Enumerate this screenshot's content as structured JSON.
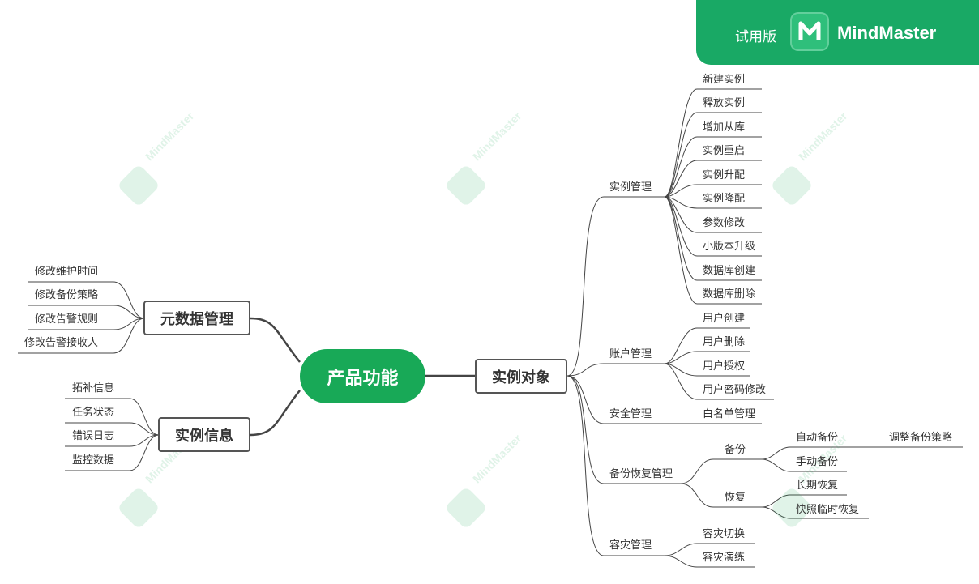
{
  "brand": {
    "trial_label": "试用版",
    "app_name": "MindMaster",
    "accent": "#19a965",
    "logo_icon": "mindmaster-logo-icon"
  },
  "watermark": {
    "text": "MindMaster"
  },
  "mindmap": {
    "root": "产品功能",
    "left": [
      {
        "label": "元数据管理",
        "children": [
          "修改维护时间",
          "修改备份策略",
          "修改告警规则",
          "修改告警接收人"
        ]
      },
      {
        "label": "实例信息",
        "children": [
          "拓补信息",
          "任务状态",
          "错误日志",
          "监控数据"
        ]
      }
    ],
    "right": {
      "label": "实例对象",
      "children": [
        {
          "label": "实例管理",
          "children": [
            "新建实例",
            "释放实例",
            "增加从库",
            "实例重启",
            "实例升配",
            "实例降配",
            "参数修改",
            "小版本升级",
            "数据库创建",
            "数据库删除"
          ]
        },
        {
          "label": "账户管理",
          "children": [
            "用户创建",
            "用户删除",
            "用户授权",
            "用户密码修改"
          ]
        },
        {
          "label": "安全管理",
          "children": [
            "白名单管理"
          ]
        },
        {
          "label": "备份恢复管理",
          "children": [
            {
              "label": "备份",
              "children": [
                {
                  "label": "自动备份",
                  "children": [
                    "调整备份策略"
                  ]
                },
                {
                  "label": "手动备份"
                }
              ]
            },
            {
              "label": "恢复",
              "children": [
                {
                  "label": "长期恢复"
                },
                {
                  "label": "快照临时恢复"
                }
              ]
            }
          ]
        },
        {
          "label": "容灾管理",
          "children": [
            "容灾切换",
            "容灾演练"
          ]
        }
      ]
    }
  }
}
